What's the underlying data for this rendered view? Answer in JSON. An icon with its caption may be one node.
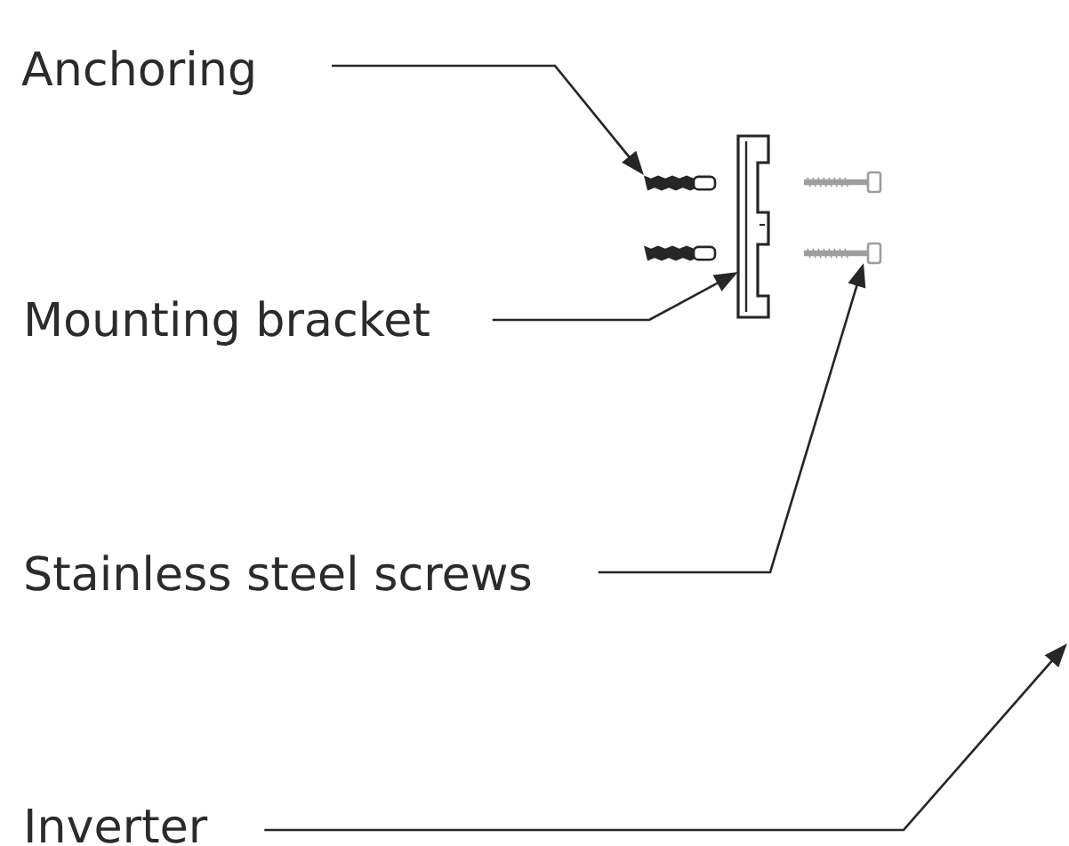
{
  "diagram": {
    "nodes": [
      {
        "text": [
          "Anchoring"
        ]
      },
      {
        "text": [
          "Mounting bracket"
        ]
      },
      {
        "text": [
          "Stainless steel screws"
        ]
      },
      {
        "text": [
          "Inverter"
        ]
      },
      {
        "text": [],
        "shape": "picture"
      },
      {
        "text": [],
        "shape": "picture"
      },
      {
        "text": [],
        "shape": "picture"
      }
    ],
    "edges": [
      {
        "from": 0,
        "to": 4,
        "arrow": "to"
      },
      {
        "from": 1,
        "to": 5,
        "arrow": "to"
      },
      {
        "from": 2,
        "to": 6,
        "arrow": "to"
      },
      {
        "from": 3,
        "to": null,
        "arrow": "to"
      }
    ]
  }
}
